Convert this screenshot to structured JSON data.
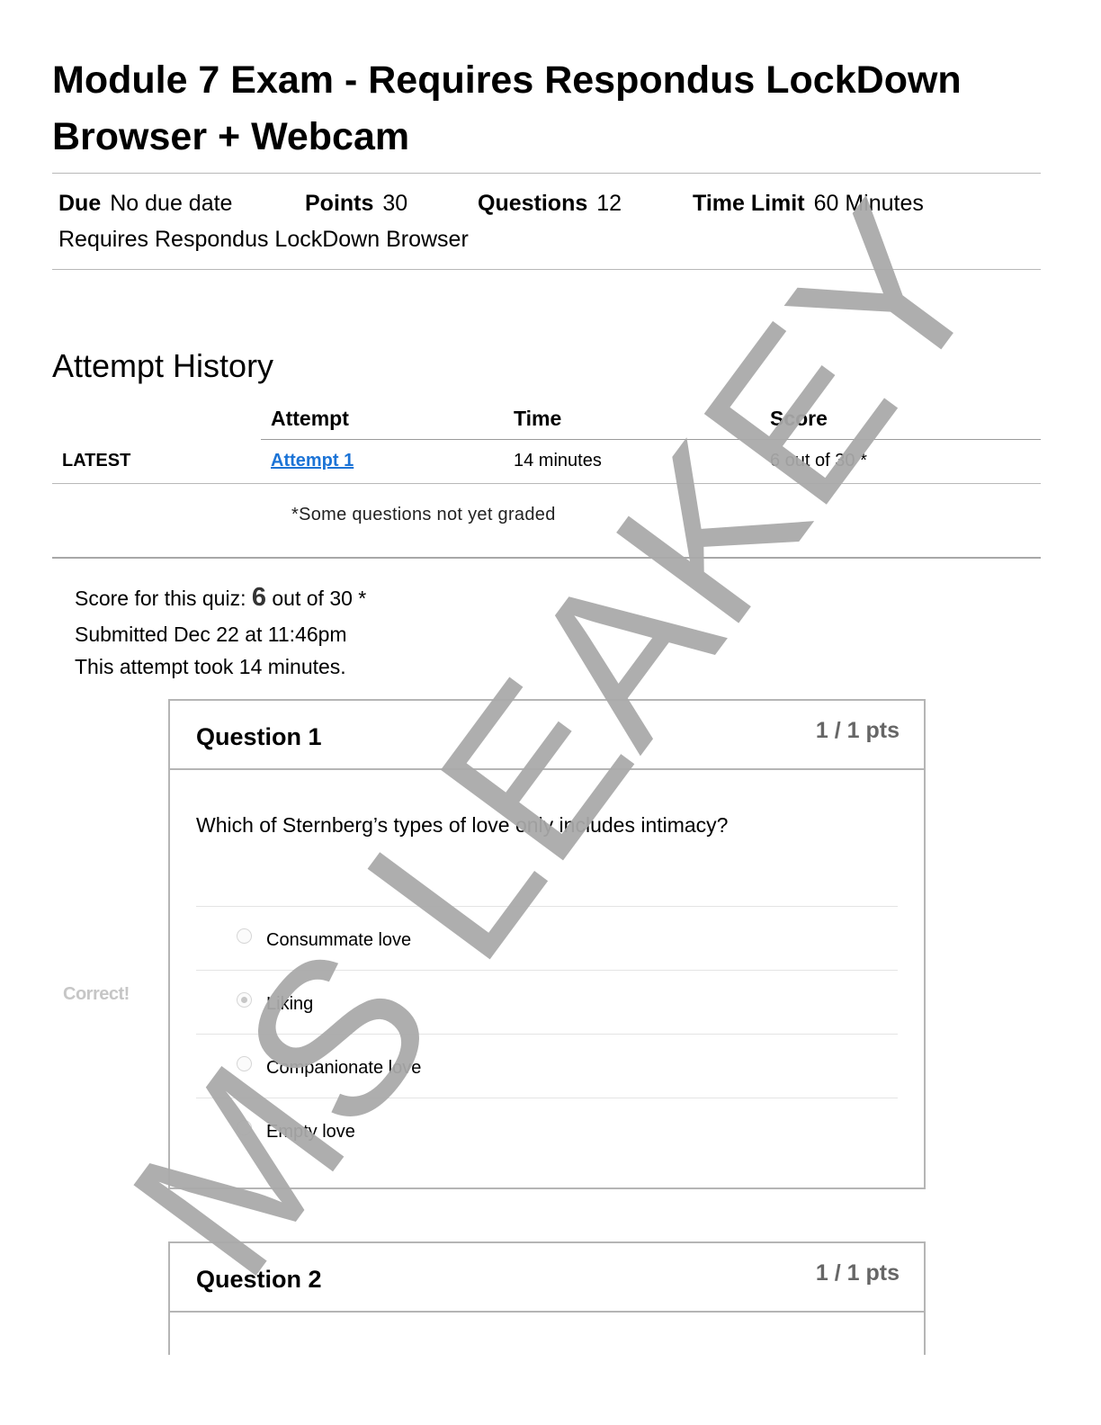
{
  "header": {
    "title": "Module 7 Exam - Requires Respondus LockDown Browser + Webcam"
  },
  "details": {
    "due_label": "Due",
    "due_value": "No due date",
    "points_label": "Points",
    "points_value": "30",
    "questions_label": "Questions",
    "questions_value": "12",
    "time_limit_label": "Time Limit",
    "time_limit_value": "60 Minutes",
    "requirement": "Requires Respondus LockDown Browser"
  },
  "attempt_history": {
    "heading": "Attempt History",
    "columns": [
      "Attempt",
      "Time",
      "Score"
    ],
    "rows": [
      {
        "status": "LATEST",
        "attempt": "Attempt 1",
        "time": "14 minutes",
        "score": "6 out of 30 *"
      }
    ],
    "footnote": "*Some questions not yet graded"
  },
  "summary": {
    "score_prefix": "Score for this quiz:",
    "score_value": "6",
    "score_suffix": "out of 30 *",
    "submitted": "Submitted Dec 22 at 11:46pm",
    "duration": "This attempt took 14 minutes."
  },
  "questions": [
    {
      "title": "Question 1",
      "points": "1 / 1 pts",
      "text": "Which of Sternberg’s types of love only includes intimacy?",
      "result_tag": "Correct!",
      "answers": [
        {
          "label": "Consummate love",
          "selected": false
        },
        {
          "label": "Liking",
          "selected": true
        },
        {
          "label": "Companionate love",
          "selected": false
        },
        {
          "label": "Empty love",
          "selected": false
        }
      ]
    },
    {
      "title": "Question 2",
      "points": "1 / 1 pts"
    }
  ],
  "watermark": {
    "text": "MS LEAKEY",
    "color": "#a9a9a9"
  }
}
